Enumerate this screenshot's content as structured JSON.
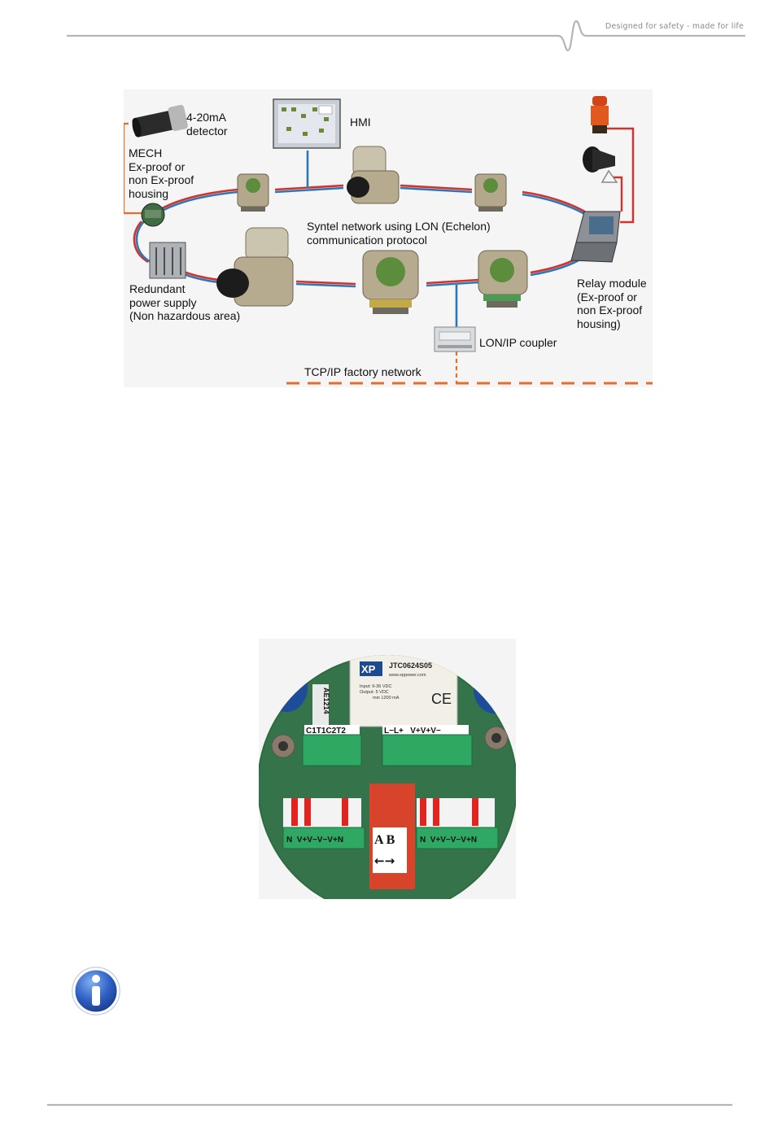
{
  "header": {
    "tagline": "Designed for safety - made for life"
  },
  "diagram": {
    "labels": {
      "detector": "4-20mA\ndetector",
      "mech": "MECH\nEx-proof or\nnon Ex-proof\nhousing",
      "hmi": "HMI",
      "network": "Syntel network using LON (Echelon)\ncommunication protocol",
      "power": "Redundant\npower supply\n(Non hazardous area)",
      "relay": "Relay module\n(Ex-proof or\nnon Ex-proof\nhousing)",
      "coupler": "LON/IP coupler",
      "tcpip": "TCP/IP factory network"
    }
  },
  "board": {
    "module_brand": "XP",
    "module_part": "JTC0624S05",
    "module_url": "www.xppower.com",
    "module_spec_1": "Input: 9-36 VDC",
    "module_spec_2": "Output: 5 VDC",
    "module_spec_3": "min 1200 mA",
    "module_mark": "CE",
    "chip_label": "AE1214",
    "terminal_top_left": "C1T1C2T2",
    "terminal_top_right": "L−L+   V+V+V−",
    "terminal_bottom_left": "N  V+V−V−V+N",
    "terminal_bottom_right": "N  V+V−V−V+N",
    "switch_label": "A B",
    "switch_arrows": "←→"
  },
  "colors": {
    "network_red": "#d2312c",
    "network_blue": "#2f77b3",
    "tcpip_orange": "#e2702c",
    "header_line": "#b0b0b0",
    "pcb_green": "#2f6b3e"
  }
}
